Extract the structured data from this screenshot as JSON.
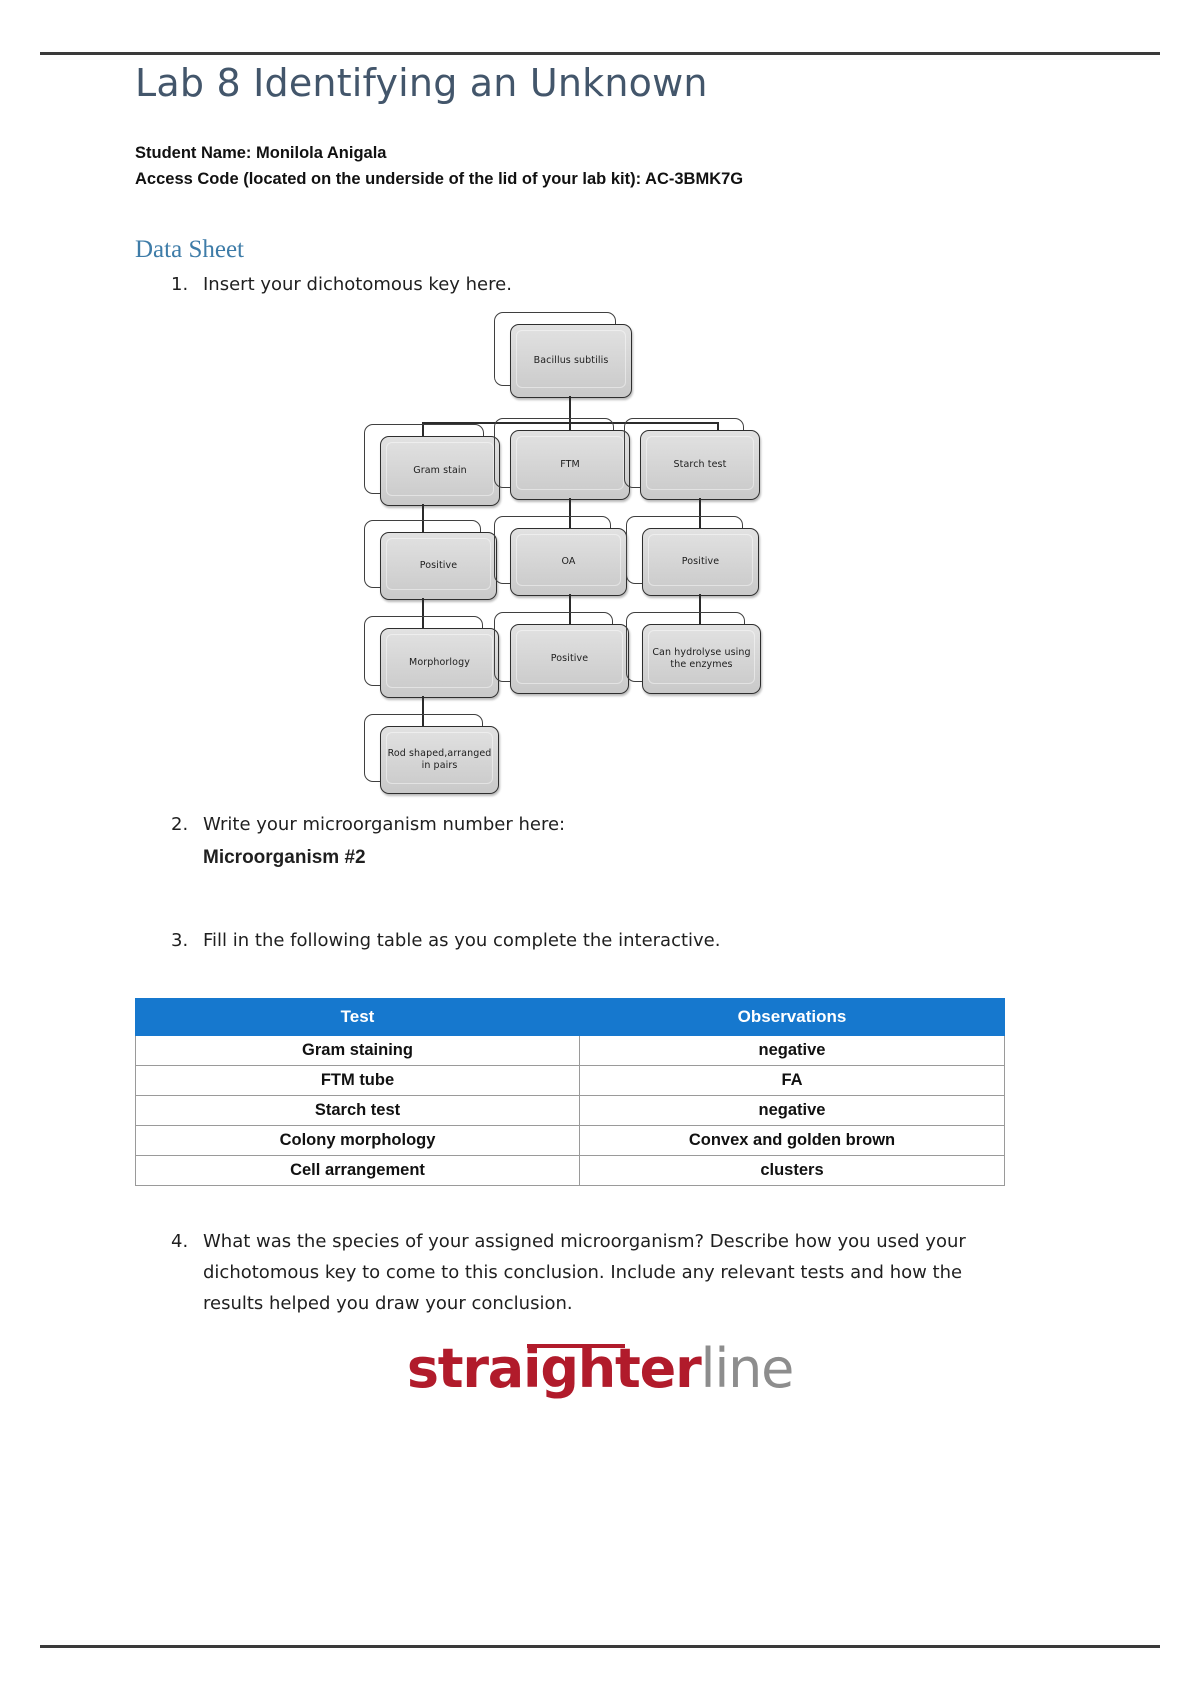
{
  "document": {
    "title": "Lab 8 Identifying an Unknown",
    "student_name_line": "Student Name: Monilola Anigala",
    "access_code_line": "Access Code (located on the underside of the lid of your lab kit): AC-3BMK7G",
    "section_title": "Data Sheet"
  },
  "questions": [
    {
      "num": "1.",
      "text": "Insert your dichotomous key here."
    },
    {
      "num": "2.",
      "text": "Write your microorganism number here:",
      "answer": "Microorganism #2"
    },
    {
      "num": "3.",
      "text": "Fill in the following table as you complete the interactive."
    },
    {
      "num": "4.",
      "text": "What was the species of your assigned microorganism? Describe how you used your dichotomous key to come to this conclusion. Include any relevant tests and how the results helped you draw your conclusion."
    }
  ],
  "dichotomous_key": {
    "root": "Bacillus subtilis",
    "branches": [
      {
        "level1": "Gram stain",
        "level2": "Positive",
        "level3": "Morphorlogy",
        "level4": "Rod shaped,arranged in pairs"
      },
      {
        "level1": "FTM",
        "level2": "OA",
        "level3": "Positive",
        "level4": null
      },
      {
        "level1": "Starch test",
        "level2": "Positive",
        "level3": "Can hydrolyse using the enzymes",
        "level4": null
      }
    ]
  },
  "table": {
    "headers": [
      "Test",
      "Observations"
    ],
    "rows": [
      [
        "Gram staining",
        "negative"
      ],
      [
        "FTM tube",
        "FA"
      ],
      [
        "Starch test",
        "negative"
      ],
      [
        "Colony morphology",
        "Convex and golden brown"
      ],
      [
        "Cell arrangement",
        "clusters"
      ]
    ],
    "header_color": "#1678CE"
  },
  "logo": {
    "part1": "straighter",
    "part2": "line",
    "color1": "#B11B2B",
    "color2": "#8D8D8D"
  }
}
